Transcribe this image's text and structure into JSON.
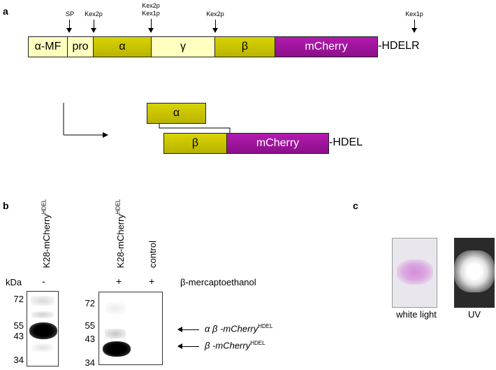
{
  "panel_a": {
    "label": "a",
    "construct": {
      "segments": [
        {
          "label": "α-MF"
        },
        {
          "label": "pro"
        },
        {
          "label": "α"
        },
        {
          "label": "γ"
        },
        {
          "label": "β"
        },
        {
          "label": "mCherry"
        }
      ],
      "tail": "-HDELR"
    },
    "sites": [
      {
        "label": "SP"
      },
      {
        "label": "Kex2p"
      },
      {
        "label": "Kex2p\nKex1p"
      },
      {
        "label": "Kex2p"
      },
      {
        "label": "Kex1p"
      }
    ],
    "product": {
      "alpha": "α",
      "beta": "β",
      "mcherry": "mCherry",
      "tail": "-HDEL"
    }
  },
  "panel_b": {
    "label": "b",
    "kda_label": "kDa",
    "lanes": [
      {
        "name": "K28-mCherry",
        "sup": "HDEL",
        "bme": "-"
      },
      {
        "name": "K28-mCherry",
        "sup": "HDEL",
        "bme": "+"
      },
      {
        "name": "control",
        "sup": "",
        "bme": "+"
      }
    ],
    "bme_label": "β-mercaptoethanol",
    "left_markers": [
      "72",
      "55",
      "43",
      "34"
    ],
    "right_markers": [
      "72",
      "55",
      "43",
      "34"
    ],
    "annotations": [
      {
        "prefix": "α β -mCherry",
        "sup": "HDEL"
      },
      {
        "prefix": "β -mCherry",
        "sup": "HDEL"
      }
    ]
  },
  "panel_c": {
    "label": "c",
    "images": [
      {
        "caption": "white light"
      },
      {
        "caption": "UV"
      }
    ]
  },
  "colors": {
    "light_yellow": "#ffffc0",
    "gold": "#d4cf00",
    "purple": "#a017a0"
  }
}
